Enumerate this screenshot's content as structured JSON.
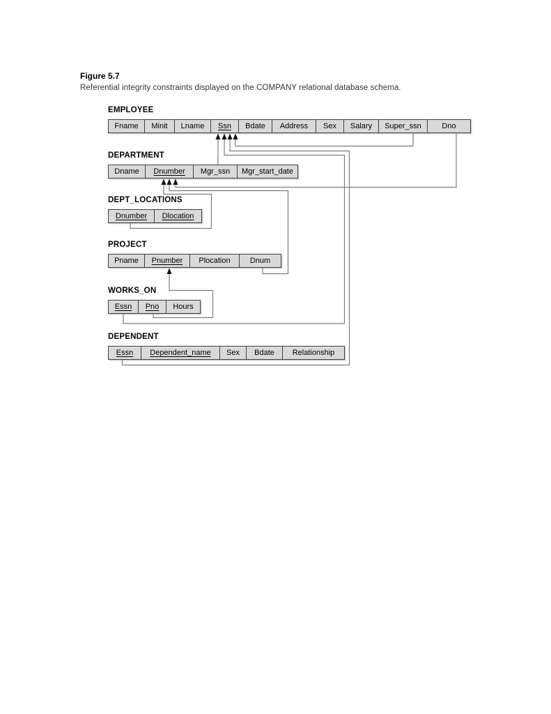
{
  "figure": {
    "label": "Figure 5.7",
    "caption": "Referential integrity constraints displayed on the COMPANY relational database schema."
  },
  "colors": {
    "cell_fill": "#d9d9d9",
    "cell_border": "#3f3f3f",
    "constraint_line": "#7d7d7d",
    "arrowhead": "#111111"
  },
  "tables": [
    {
      "name": "EMPLOYEE",
      "columns": [
        "Fname",
        "Minit",
        "Lname",
        "Ssn",
        "Bdate",
        "Address",
        "Sex",
        "Salary",
        "Super_ssn",
        "Dno"
      ],
      "primary_keys": [
        "Ssn"
      ]
    },
    {
      "name": "DEPARTMENT",
      "columns": [
        "Dname",
        "Dnumber",
        "Mgr_ssn",
        "Mgr_start_date"
      ],
      "primary_keys": [
        "Dnumber"
      ]
    },
    {
      "name": "DEPT_LOCATIONS",
      "columns": [
        "Dnumber",
        "Dlocation"
      ],
      "primary_keys": [
        "Dnumber",
        "Dlocation"
      ]
    },
    {
      "name": "PROJECT",
      "columns": [
        "Pname",
        "Pnumber",
        "Plocation",
        "Dnum"
      ],
      "primary_keys": [
        "Pnumber"
      ]
    },
    {
      "name": "WORKS_ON",
      "columns": [
        "Essn",
        "Pno",
        "Hours"
      ],
      "primary_keys": [
        "Essn",
        "Pno"
      ]
    },
    {
      "name": "DEPENDENT",
      "columns": [
        "Essn",
        "Dependent_name",
        "Sex",
        "Bdate",
        "Relationship"
      ],
      "primary_keys": [
        "Essn",
        "Dependent_name"
      ]
    }
  ],
  "relationships": [
    {
      "from": "DEPARTMENT.Mgr_ssn",
      "to": "EMPLOYEE.Ssn"
    },
    {
      "from": "EMPLOYEE.Super_ssn",
      "to": "EMPLOYEE.Ssn"
    },
    {
      "from": "WORKS_ON.Essn",
      "to": "EMPLOYEE.Ssn"
    },
    {
      "from": "DEPENDENT.Essn",
      "to": "EMPLOYEE.Ssn"
    },
    {
      "from": "EMPLOYEE.Dno",
      "to": "DEPARTMENT.Dnumber"
    },
    {
      "from": "PROJECT.Dnum",
      "to": "DEPARTMENT.Dnumber"
    },
    {
      "from": "DEPT_LOCATIONS.Dnumber",
      "to": "DEPARTMENT.Dnumber"
    },
    {
      "from": "WORKS_ON.Pno",
      "to": "PROJECT.Pnumber"
    }
  ]
}
